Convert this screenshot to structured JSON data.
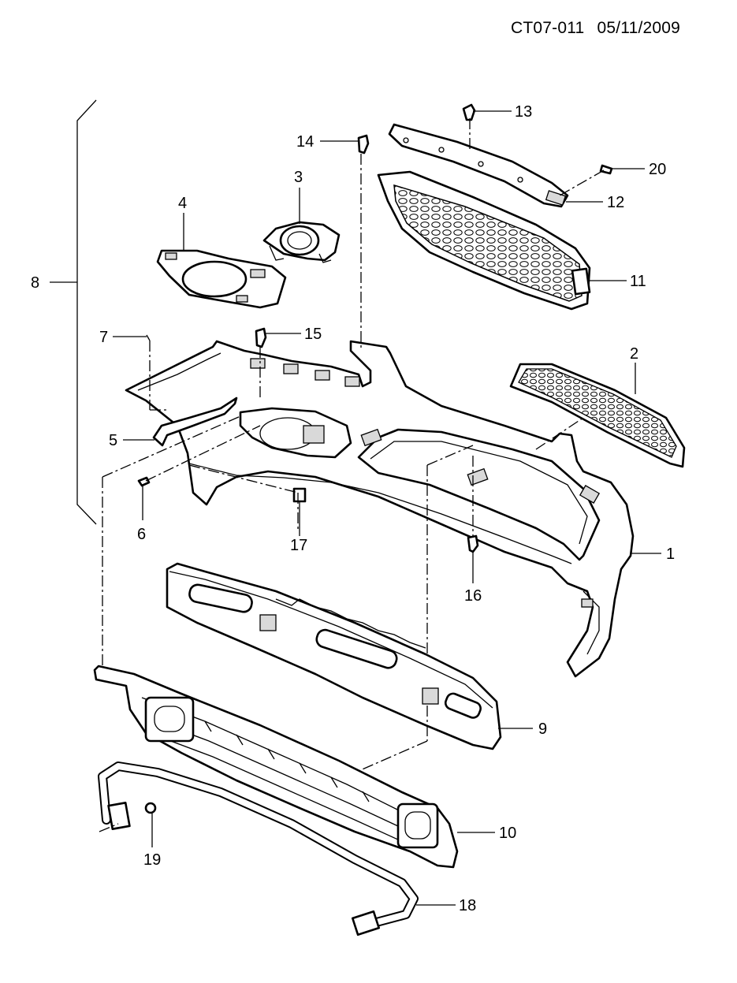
{
  "header": {
    "drawing_number": "CT07-011",
    "date": "05/11/2009"
  },
  "callouts": {
    "p1": "1",
    "p2": "2",
    "p3": "3",
    "p4": "4",
    "p5": "5",
    "p6": "6",
    "p7": "7",
    "p8": "8",
    "p9": "9",
    "p10": "10",
    "p11": "11",
    "p12": "12",
    "p13": "13",
    "p14": "14",
    "p15": "15",
    "p16": "16",
    "p17": "17",
    "p18": "18",
    "p19": "19",
    "p20": "20"
  }
}
